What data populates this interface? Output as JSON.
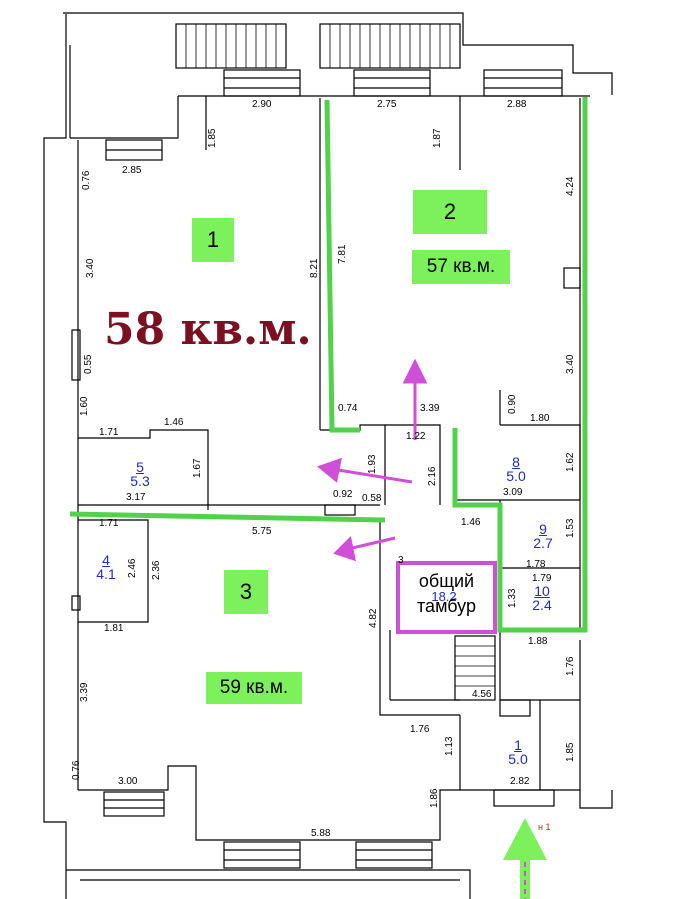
{
  "rooms": {
    "r1": {
      "number": "1",
      "area": "58 кв.м."
    },
    "r2": {
      "number": "2",
      "area": "57 кв.м."
    },
    "r3": {
      "number": "3",
      "area": "59 кв.м."
    },
    "common": {
      "line1": "общий",
      "line2": "тамбур",
      "hidden_number": "18.2"
    },
    "small": [
      {
        "num": "5",
        "area": "5.3"
      },
      {
        "num": "4",
        "area": "4.1"
      },
      {
        "num": "8",
        "area": "5.0"
      },
      {
        "num": "9",
        "area": "2.7"
      },
      {
        "num": "10",
        "area": "2.4"
      },
      {
        "num": "1",
        "area": "5.0"
      }
    ]
  },
  "dimensions": {
    "d290": "2.90",
    "d275": "2.75",
    "d288": "2.88",
    "d185a": "1.85",
    "d187": "1.87",
    "d076a": "0.76",
    "d285": "2.85",
    "d424": "4.24",
    "d340a": "3.40",
    "d821": "8.21",
    "d781": "7.81",
    "d055": "0.55",
    "d160": "1.60",
    "d171a": "1.71",
    "d146a": "1.46",
    "d074": "0.74",
    "d339": "3.39",
    "d090": "0.90",
    "d180": "1.80",
    "d340b": "3.40",
    "d122": "1.22",
    "d193": "1.93",
    "d216": "2.16",
    "d167": "1.67",
    "d317": "3.17",
    "d162": "1.62",
    "d309": "3.09",
    "d092": "0.92",
    "d058": "0.58",
    "d171b": "1.71",
    "d575": "5.75",
    "d146b": "1.46",
    "d153": "1.53",
    "d246": "2.46",
    "d236": "2.36",
    "d133": "1.33",
    "d179": "1.79",
    "d178": "1.78",
    "d181": "1.81",
    "d482": "4.82",
    "d188": "1.88",
    "d176a": "1.76",
    "d339b": "3.39",
    "d456": "4.56",
    "d176b": "1.76",
    "d113": "1.13",
    "d076b": "0.76",
    "d300": "3.00",
    "d185b": "1.85",
    "d282": "2.82",
    "d186": "1.86",
    "d588": "5.88",
    "d3": "3"
  },
  "entry_marker": "н 1",
  "colors": {
    "highlight_green": "#7cf15b",
    "partition_green": "#52d14a",
    "arrow_magenta": "#d04fd8",
    "area_maroon": "#7a1020",
    "room_blue": "#1f2bbf"
  }
}
